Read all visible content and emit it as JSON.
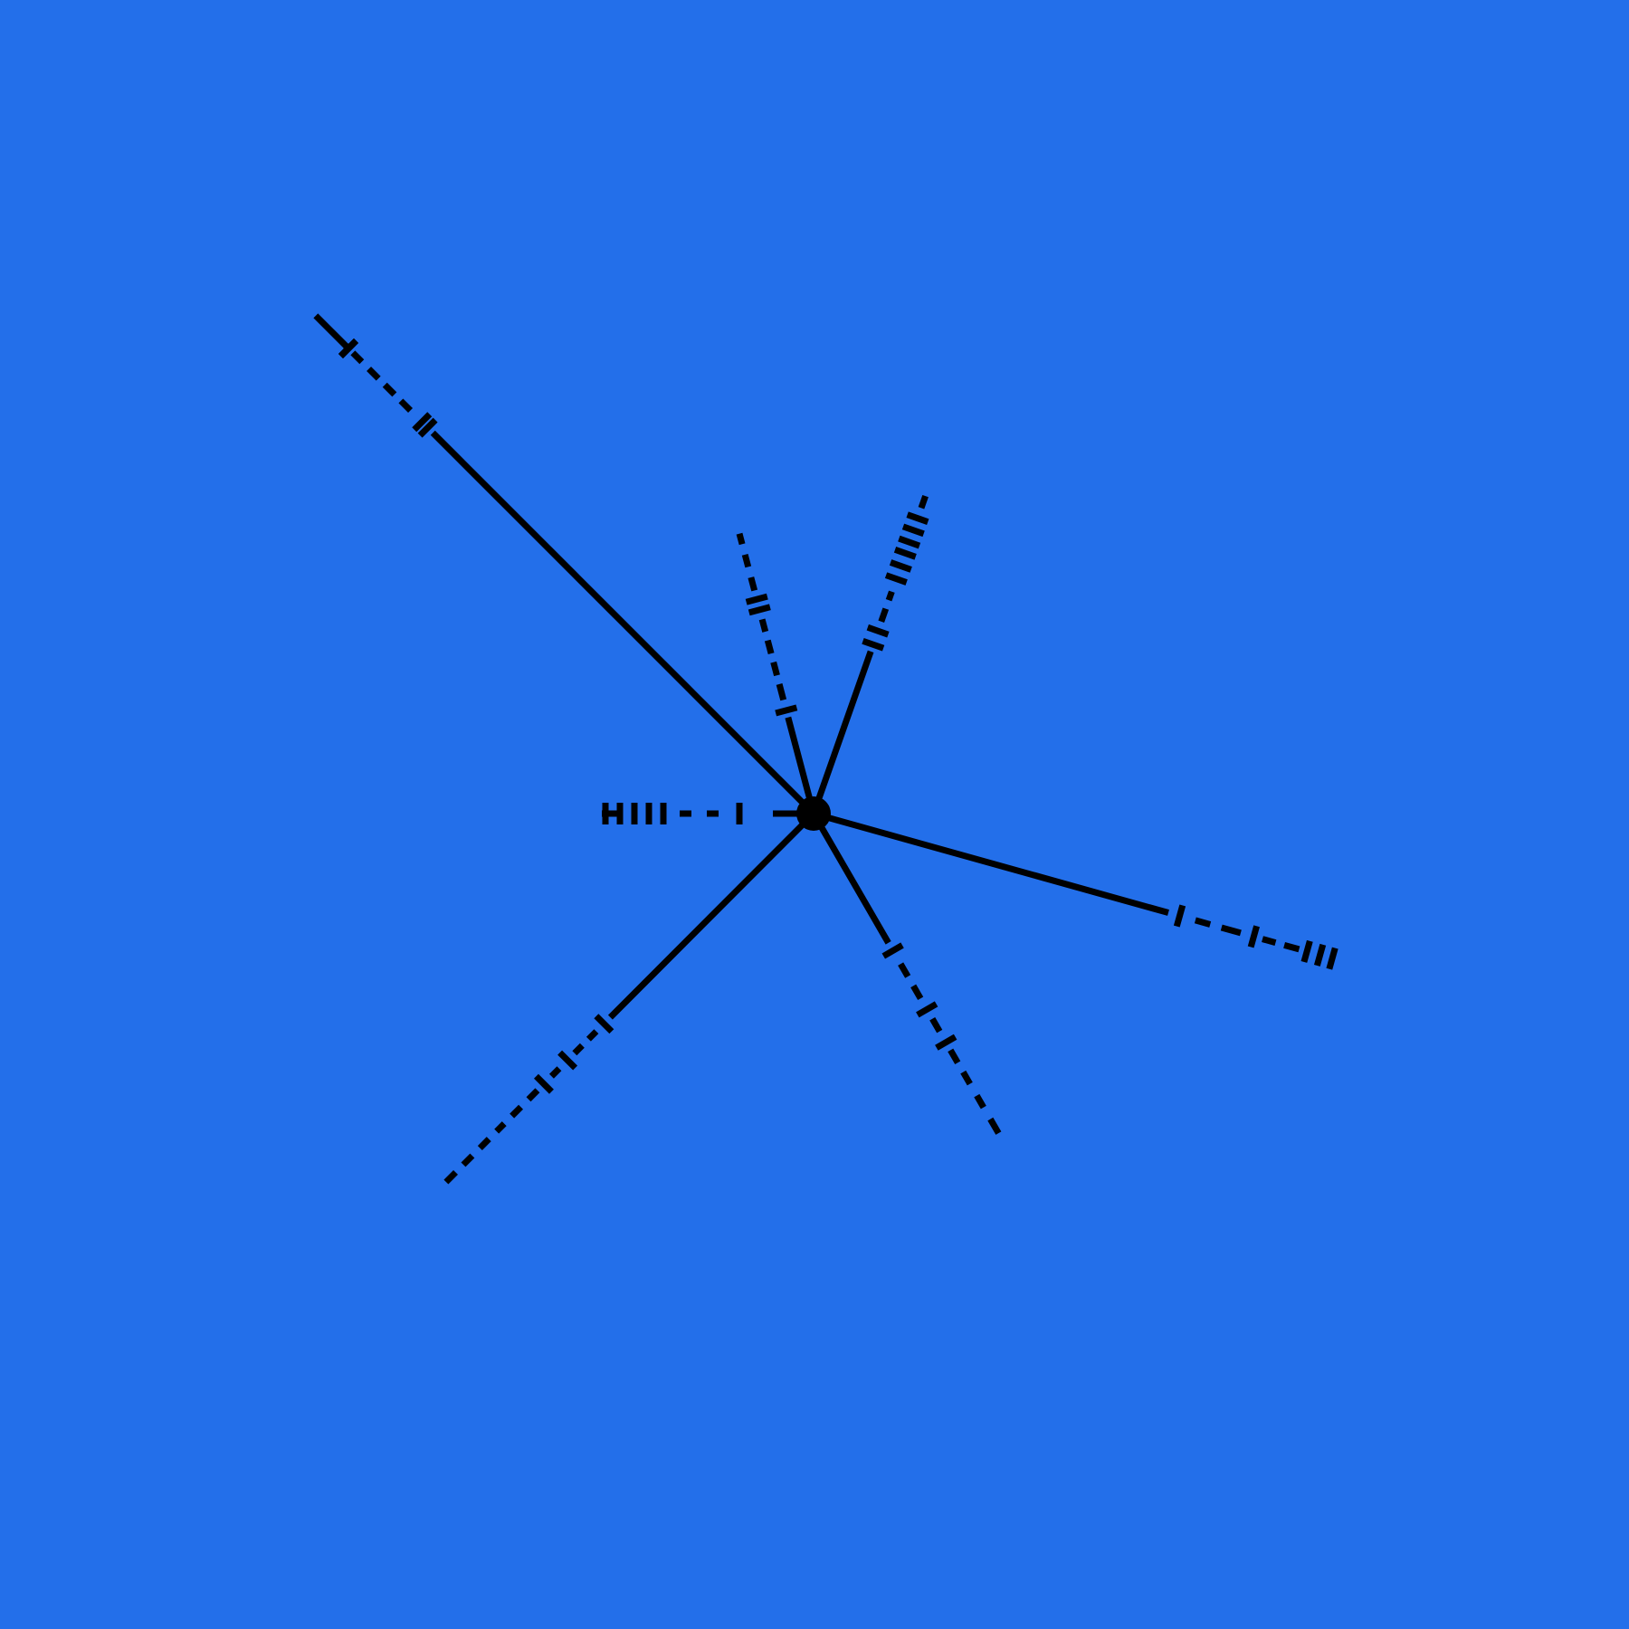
{
  "background_color": "#236fea",
  "ink_color": "#000000",
  "diagram": {
    "type": "star-graph",
    "center_node": "hub",
    "rays": [
      {
        "name": "ray-upper-left",
        "pattern": "dashed-with-double-ticks"
      },
      {
        "name": "ray-upper",
        "pattern": "dashed-with-ticks"
      },
      {
        "name": "ray-upper-right",
        "pattern": "dense-ticks"
      },
      {
        "name": "ray-left",
        "pattern": "tick-cluster"
      },
      {
        "name": "ray-right",
        "pattern": "dashed-with-ticks"
      },
      {
        "name": "ray-lower-right",
        "pattern": "dashed-with-ticks"
      },
      {
        "name": "ray-lower-left",
        "pattern": "dashed-with-ticks"
      }
    ]
  }
}
